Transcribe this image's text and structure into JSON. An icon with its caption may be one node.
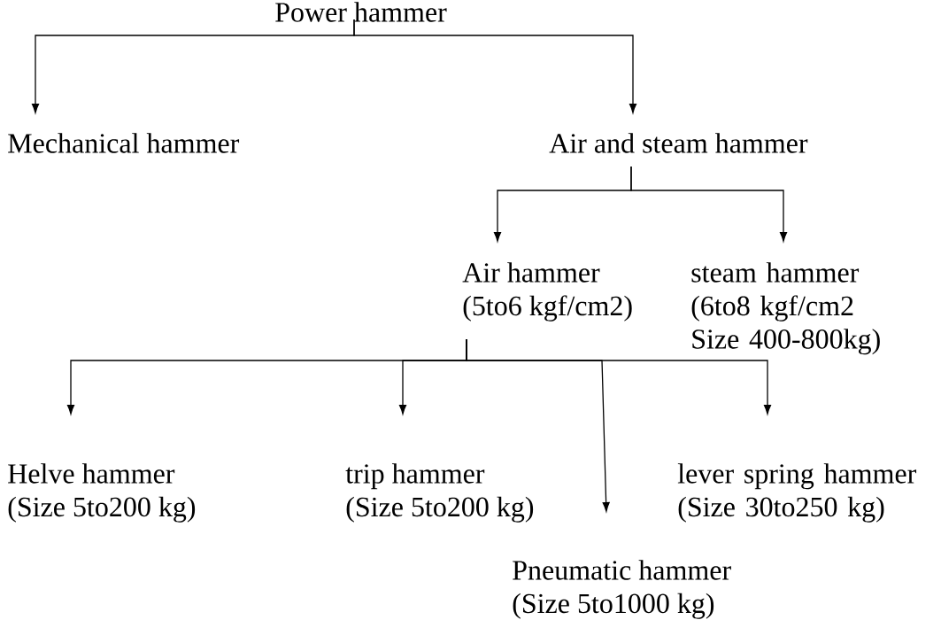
{
  "diagram": {
    "nodes": [
      {
        "text": [
          "Power hammer"
        ]
      },
      {
        "text": [
          "Mechanical hammer"
        ]
      },
      {
        "text": [
          "Air and steam hammer"
        ]
      },
      {
        "text": [
          "Air hammer",
          "(5to6 kgf/cm2)"
        ]
      },
      {
        "text": [
          "steam hammer",
          "(6to8 kgf/cm2 Size 400-800kg)"
        ]
      },
      {
        "text": [
          "Helve hammer",
          "(Size 5to200 kg)"
        ]
      },
      {
        "text": [
          "trip hammer",
          "(Size 5to200 kg)"
        ]
      },
      {
        "text": [
          "lever spring hammer",
          "(Size 30to250 kg)"
        ]
      },
      {
        "text": [
          "Pneumatic hammer",
          "(Size 5to1000 kg)"
        ]
      }
    ],
    "edges": [
      {
        "from": 0,
        "to": 1,
        "arrow": "to"
      },
      {
        "from": 0,
        "to": 2,
        "arrow": "to"
      },
      {
        "from": 2,
        "to": 3,
        "arrow": "to"
      },
      {
        "from": 2,
        "to": 4,
        "arrow": "to"
      },
      {
        "from": 3,
        "to": 5,
        "arrow": "to"
      },
      {
        "from": 3,
        "to": 6,
        "arrow": "to"
      },
      {
        "from": 3,
        "to": 8,
        "arrow": "to"
      },
      {
        "from": 3,
        "to": 7,
        "arrow": "to"
      }
    ]
  }
}
